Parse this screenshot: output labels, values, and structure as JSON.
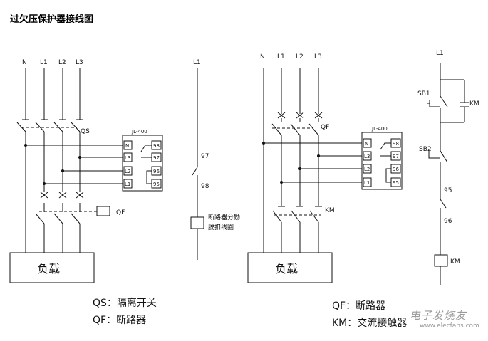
{
  "title": "过欠压保护器接线图",
  "left": {
    "lines": [
      "N",
      "L1",
      "L2",
      "L3"
    ],
    "breaker_label": "QS",
    "relay_title": "JL-400",
    "relay_inputs": [
      "N",
      "L3",
      "L2",
      "L1"
    ],
    "relay_outputs": [
      "98",
      "97",
      "96",
      "95"
    ],
    "qf_coil_label": "QF",
    "load_label": "负载",
    "legend": [
      "QS：隔离开关",
      "QF：断路器"
    ]
  },
  "mid": {
    "line": "L1",
    "contact_top": "97",
    "contact_bottom": "98",
    "coil_label_1": "断路器分励",
    "coil_label_2": "脱扣线圈"
  },
  "right": {
    "lines": [
      "N",
      "L1",
      "L2",
      "L3"
    ],
    "breaker_label": "QF",
    "relay_title": "JL-400",
    "relay_inputs": [
      "N",
      "L3",
      "L2",
      "L1"
    ],
    "relay_outputs": [
      "98",
      "97",
      "96",
      "95"
    ],
    "contactor_label": "KM",
    "load_label": "负载",
    "legend": [
      "QF：断路器",
      "KM：交流接触器"
    ]
  },
  "far": {
    "line": "L1",
    "sb1": "SB1",
    "km_contact": "KM",
    "sb2": "SB2",
    "contact_top": "95",
    "contact_bottom": "96",
    "coil_label": "KM"
  },
  "watermark": {
    "text": "电子发烧友",
    "url": "www.elecfans.com"
  },
  "colors": {
    "line": "#111111",
    "background": "#ffffff",
    "watermark": "#9a9a9a"
  }
}
